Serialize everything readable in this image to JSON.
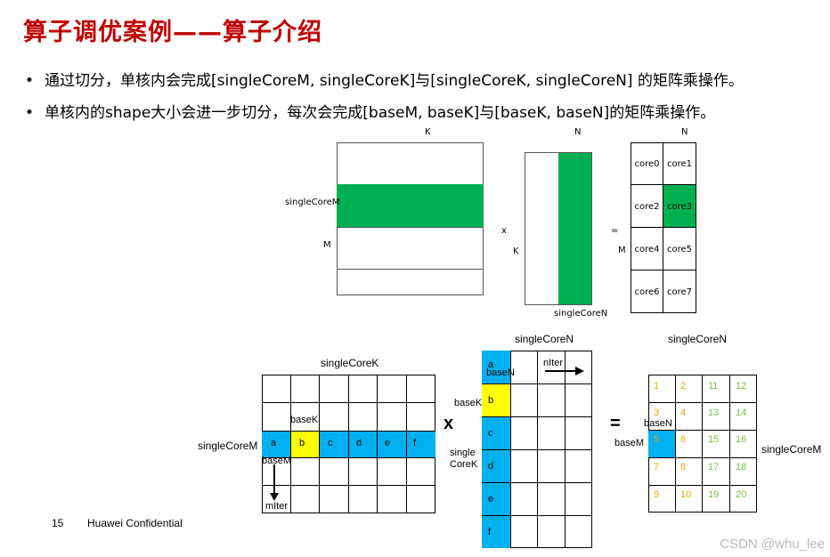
{
  "title": "算子调优案例——算子介绍",
  "bullets": [
    "通过切分，单核内会完成[singleCoreM, singleCoreK]与[singleCoreK, singleCoreN] 的矩阵乘操作。",
    "单核内的shape大小会进一步切分，每次会完成[baseM, baseK]与[baseK, baseN]的矩阵乘操作。"
  ],
  "bullet_marker": "•",
  "top_diagram": {
    "label_K_top": "K",
    "label_N_top": "N",
    "label_N_right": "N",
    "label_singleCoreM": "singleCoreM",
    "label_M_left": "M",
    "label_x": "x",
    "label_K_mid": "K",
    "label_eq": "=",
    "label_M_right": "M",
    "label_singleCoreN": "singleCoreN",
    "cores": [
      "core0",
      "core1",
      "core2",
      "core3",
      "core4",
      "core5",
      "core6",
      "core7"
    ],
    "highlight_core": "core3",
    "highlight_color": "#00b050"
  },
  "bottom_diagram": {
    "left_title": "singleCoreK",
    "left_row_label": "singleCoreM",
    "left_cells": [
      "a",
      "b",
      "c",
      "d",
      "e",
      "f"
    ],
    "baseK": "baseK",
    "baseM": "baseM",
    "mIter": "mIter",
    "op_x": "x",
    "mid_title": "singleCoreN",
    "mid_baseN": "baseN",
    "mid_baseK": "baseK",
    "mid_nIter": "nIter",
    "mid_single": "single",
    "mid_CoreK": "CoreK",
    "mid_cells": [
      "a",
      "b",
      "c",
      "d",
      "e",
      "f"
    ],
    "op_eq": "=",
    "right_title": "singleCoreN",
    "right_baseN": "baseN",
    "right_baseM": "baseM",
    "right_row_label": "singleCoreM",
    "right_nums": [
      [
        "1",
        "2",
        "11",
        "12"
      ],
      [
        "3",
        "4",
        "13",
        "14"
      ],
      [
        "5",
        "6",
        "15",
        "16"
      ],
      [
        "7",
        "8",
        "17",
        "18"
      ],
      [
        "9",
        "10",
        "19",
        "20"
      ]
    ],
    "blue": "#00b0f0",
    "yellow": "#ffff00"
  },
  "footer": {
    "page": "15",
    "text": "Huawei Confidential"
  },
  "watermark": "CSDN @whu_lee"
}
